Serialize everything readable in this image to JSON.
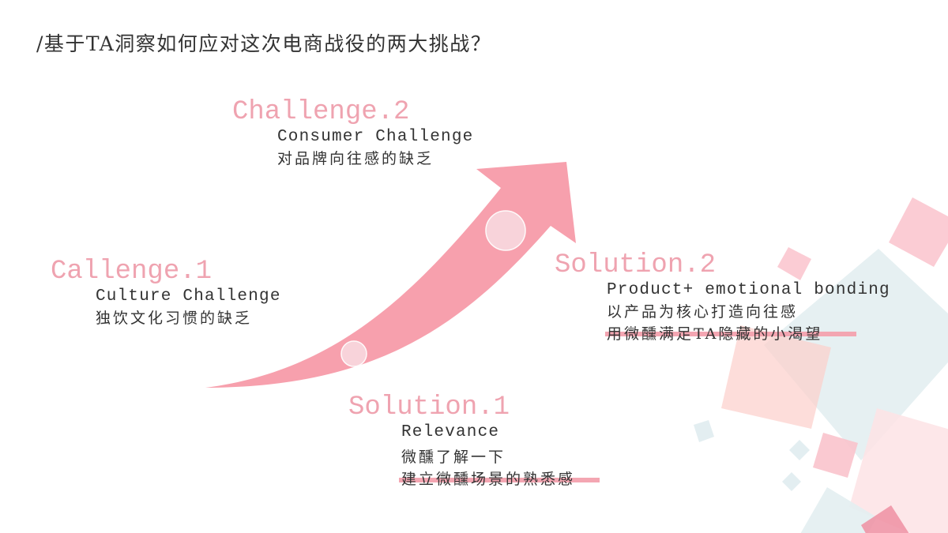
{
  "page": {
    "title": "/基于TA洞察如何应对这次电商战役的两大挑战？"
  },
  "colors": {
    "accent_pink": "#EFA3B0",
    "arrow_pink": "#F7A0AD",
    "circle_fill": "#F9D6DD",
    "text_dark": "#333333",
    "decor_blue": "#E3EEF1",
    "decor_salmon": "#FDDAD6",
    "decor_pink": "#FAC5CE",
    "decor_light_pink": "#FDE9EA",
    "decor_deep_pink": "#EF8FA2"
  },
  "challenge1": {
    "heading": "Callenge.1",
    "subtitle": "Culture Challenge",
    "lines": [
      "独饮文化习惯的缺乏"
    ]
  },
  "challenge2": {
    "heading": "Challenge.2",
    "subtitle": "Consumer Challenge",
    "lines": [
      "对品牌向往感的缺乏"
    ]
  },
  "solution1": {
    "heading": "Solution.1",
    "subtitle": "Relevance",
    "lines": [
      "微醺了解一下",
      "建立微醺场景的熟悉感"
    ]
  },
  "solution2": {
    "heading": "Solution.2",
    "subtitle": "Product+ emotional bonding",
    "lines": [
      "以产品为核心打造向往感",
      "用微醺满足TA隐藏的小渴望"
    ]
  },
  "diagram": {
    "arrow_icon": "curved-up-arrow",
    "milestones": [
      "circle-milestone-1",
      "circle-milestone-2"
    ]
  }
}
